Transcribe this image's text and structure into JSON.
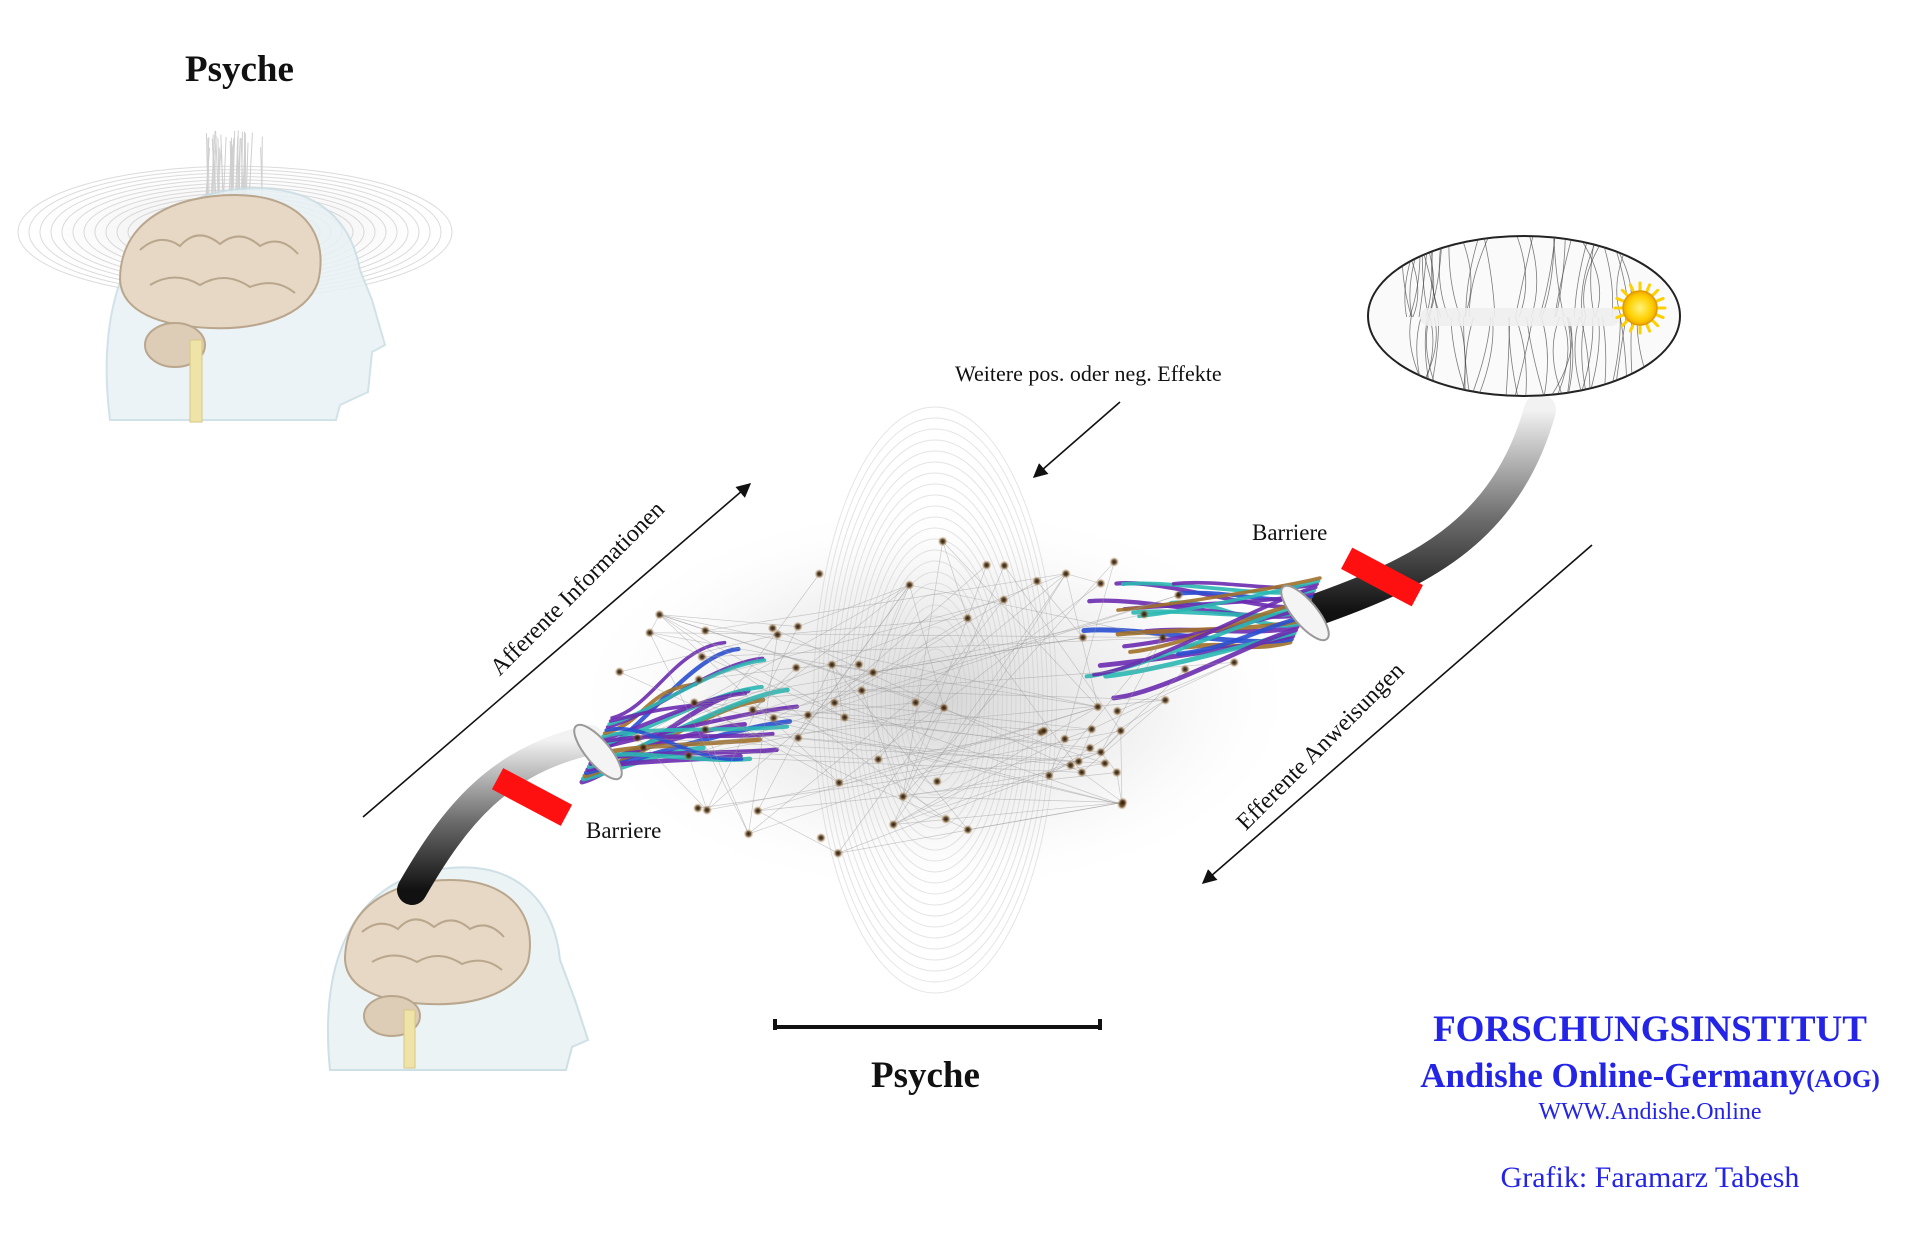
{
  "labels": {
    "psyche_top": "Psyche",
    "psyche_bottom": "Psyche",
    "effects": "Weitere pos. oder neg. Effekte",
    "afferent": "Afferente Informationen",
    "efferent": "Efferente Anweisungen",
    "barrier_right": "Barriere",
    "barrier_left": "Barriere"
  },
  "credits": {
    "institute": "FORSCHUNGSINSTITUT",
    "org_name": "Andishe Online-Germany",
    "org_abbr": "(AOG)",
    "url": "WWW.Andishe.Online",
    "grafik": "Grafik: Faramarz Tabesh"
  },
  "colors": {
    "barrier": "#ff1010",
    "credit_text": "#2424e6",
    "sun": "#ffd000",
    "fiber_purple": "#6a2bb0",
    "fiber_teal": "#2ab7b2",
    "fiber_brown": "#a0702a",
    "fiber_blue": "#2a4fd0",
    "tube": "#2a2a2a",
    "brain_tissue": "#e8dccb",
    "head_outline": "#cfe3ea"
  },
  "icons": {
    "brain_top": "brain-head-with-field",
    "brain_bottom": "brain-head",
    "field_oval": "magnetic-field-oval",
    "sun": "sun-icon"
  }
}
